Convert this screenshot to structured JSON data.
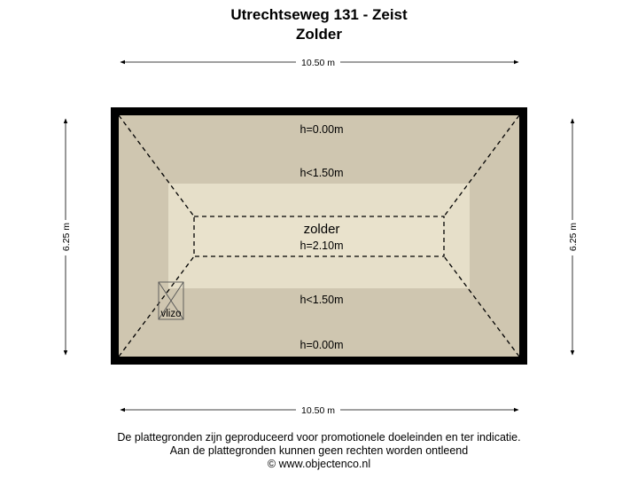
{
  "header": {
    "address": "Utrechtseweg 131 - Zeist",
    "floor": "Zolder"
  },
  "dimensions": {
    "width_top": "10.50 m",
    "width_bottom": "10.50 m",
    "depth_left": "6.25 m",
    "depth_right": "6.25 m"
  },
  "room": {
    "name": "zolder",
    "height_center": "h=2.10m",
    "height_top_edge": "h=0.00m",
    "height_top_mid": "h<1.50m",
    "height_bottom_mid": "h<1.50m",
    "height_bottom_edge": "h=0.00m",
    "hatch_label": "vlizo"
  },
  "colors": {
    "wall": "#000000",
    "floor_low": "#cfc6b0",
    "floor_mid": "#e6dfc9",
    "floor_high": "#e9e2cc"
  },
  "footer": {
    "line1": "De plattegronden zijn geproduceerd voor promotionele doeleinden en ter indicatie.",
    "line2": "Aan de plattegronden kunnen geen rechten worden ontleend",
    "line3": "© www.objectenco.nl"
  }
}
